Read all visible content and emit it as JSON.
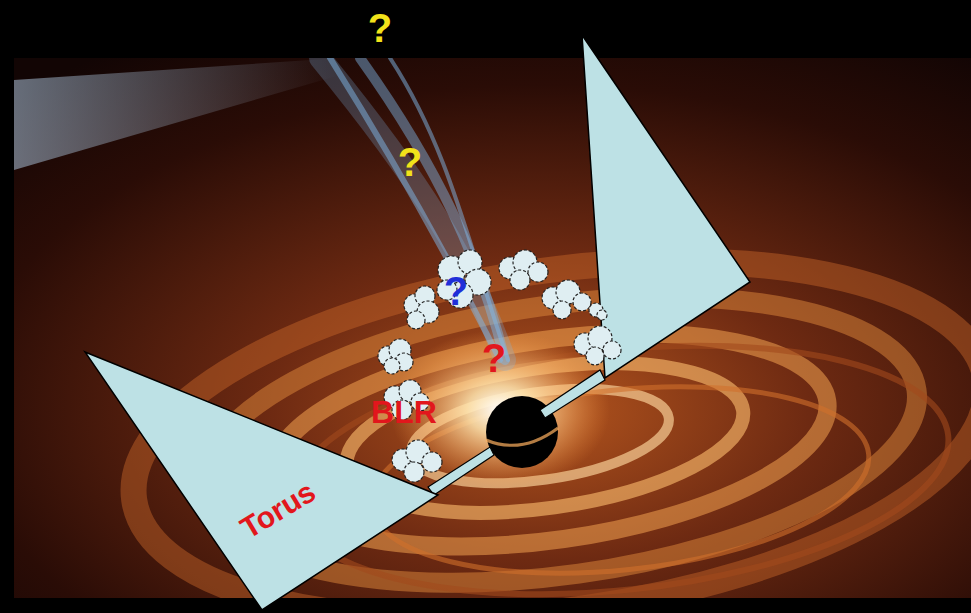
{
  "diagram": {
    "nodes": [
      {
        "text": [
          "Torus"
        ]
      }
    ],
    "labels": [
      "?",
      "?",
      "?",
      "?",
      "BLR"
    ]
  }
}
